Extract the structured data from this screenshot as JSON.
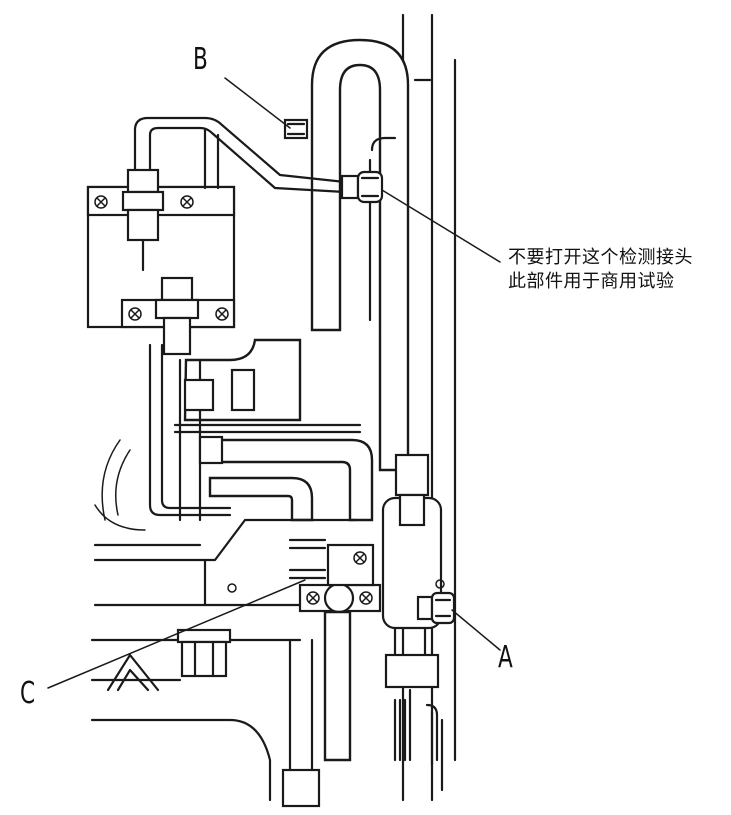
{
  "labels": {
    "a": "A",
    "b": "B",
    "c": "C"
  },
  "note": {
    "line1": "不要打开这个检测接头",
    "line2": "此部件用于商用试验"
  },
  "colors": {
    "line": "#1a1a1a",
    "background": "#ffffff"
  }
}
